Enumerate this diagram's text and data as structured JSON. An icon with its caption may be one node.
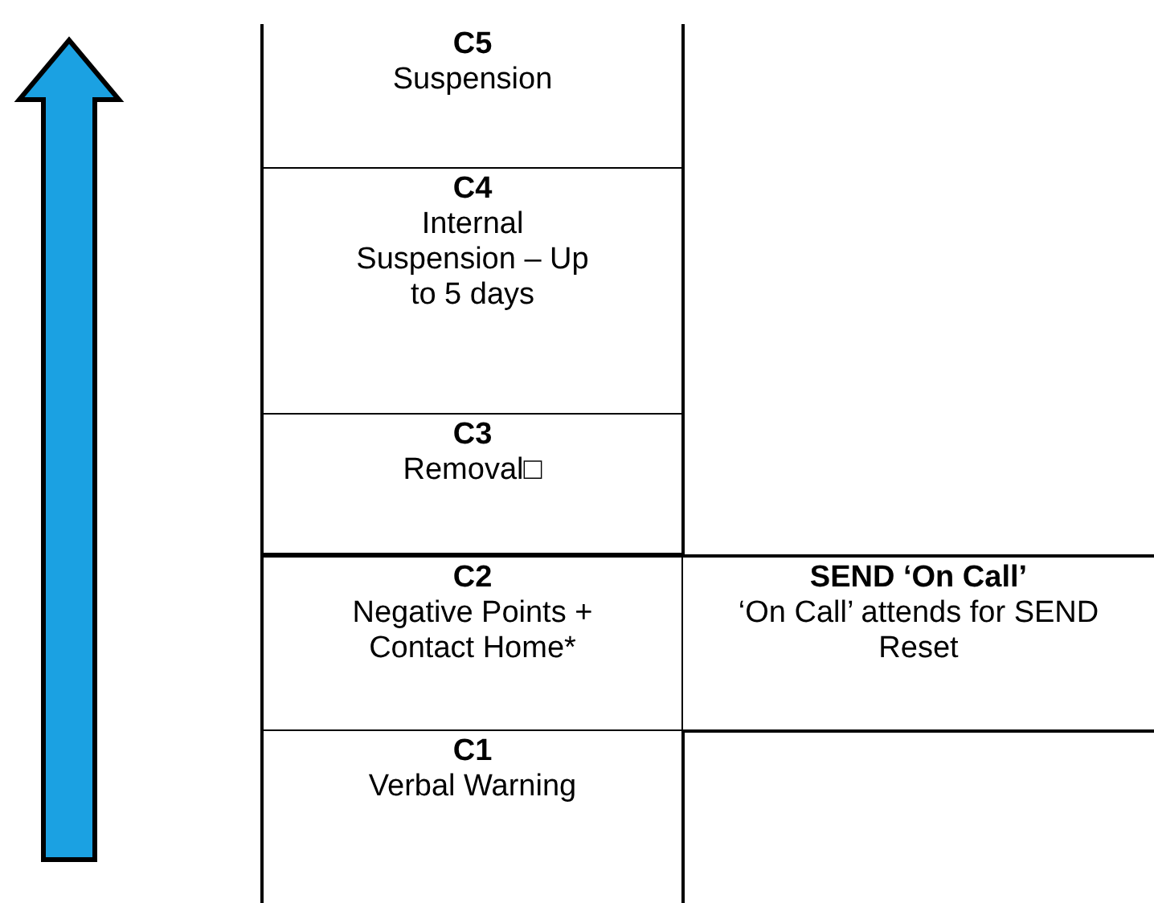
{
  "diagram": {
    "nodes": [
      {
        "text": [
          "C5",
          "Suspension"
        ]
      },
      {
        "text": [
          "C4",
          "Internal Suspension – Up to 5 days"
        ]
      },
      {
        "text": [
          "C3",
          "Removal□"
        ]
      },
      {
        "text": [
          "C2",
          "Negative Points + Contact Home*"
        ]
      },
      {
        "text": [
          "SEND ‘On Call’",
          "‘On Call’ attends for SEND Reset"
        ]
      },
      {
        "text": [
          "C1",
          "Verbal Warning"
        ]
      }
    ],
    "edges": []
  }
}
